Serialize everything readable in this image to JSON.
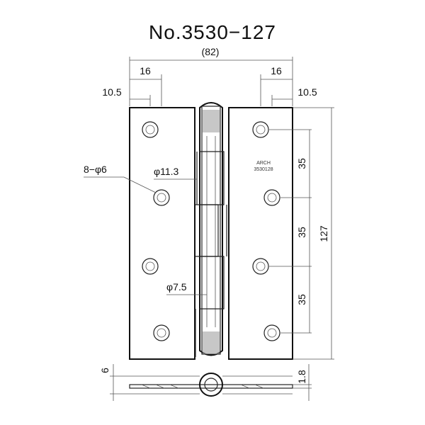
{
  "title": "No.3530−127",
  "dimensions": {
    "overall_width": "(82)",
    "knuckle_offset_left": "16",
    "knuckle_offset_right": "16",
    "edge_left": "10.5",
    "edge_right": "10.5",
    "holes": "8−φ6",
    "knuckle_outer": "φ11.3",
    "pin": "φ7.5",
    "pitch_1": "35",
    "pitch_2": "35",
    "pitch_3": "35",
    "height": "127",
    "thickness": "6",
    "leaf_thickness": "1.8"
  },
  "brand_mark": "ARCH",
  "brand_sub": "3530128"
}
